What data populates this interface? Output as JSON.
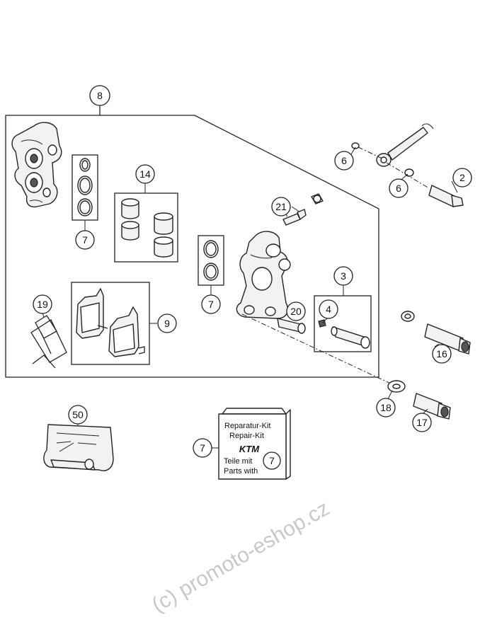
{
  "callouts": {
    "c8": "8",
    "c6a": "6",
    "c6b": "6",
    "c2": "2",
    "c7a": "7",
    "c14": "14",
    "c21": "21",
    "c7b": "7",
    "c3": "3",
    "c19": "19",
    "c9": "9",
    "c20": "20",
    "c4": "4",
    "c16": "16",
    "c18": "18",
    "c17": "17",
    "c50": "50",
    "c7c": "7",
    "c7d": "7"
  },
  "repair_kit": {
    "line1": "Reparatur-Kit",
    "line2": "Repair-Kit",
    "logo": "KTM",
    "line3": "Teile mit",
    "line4": "Parts with"
  },
  "watermark": "(c) promoto-eshop.cz",
  "colors": {
    "outline": "#222222",
    "fill": "#f2f2f2",
    "watermark": "#c8c8c8"
  }
}
